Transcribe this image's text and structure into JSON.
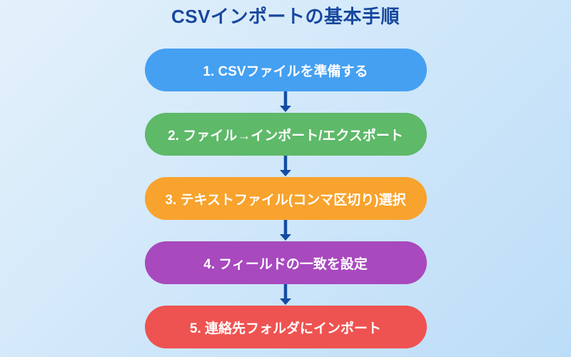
{
  "title": {
    "text": "CSVインポートの基本手順",
    "color": "#17479E"
  },
  "background": {
    "gradient_from": "#E4F1FB",
    "gradient_to": "#BCDDF8"
  },
  "arrow": {
    "icon": "down-arrow",
    "color": "#134DA3"
  },
  "steps": [
    {
      "label": "1. CSVファイルを準備する",
      "color": "#45A0F2"
    },
    {
      "label": "2. ファイル→インポート/エクスポート",
      "color": "#5EB969"
    },
    {
      "label": "3. テキストファイル(コンマ区切り)選択",
      "color": "#F8A32D"
    },
    {
      "label": "4. フィールドの一致を設定",
      "color": "#A849BE"
    },
    {
      "label": "5. 連絡先フォルダにインポート",
      "color": "#EE5351"
    }
  ]
}
